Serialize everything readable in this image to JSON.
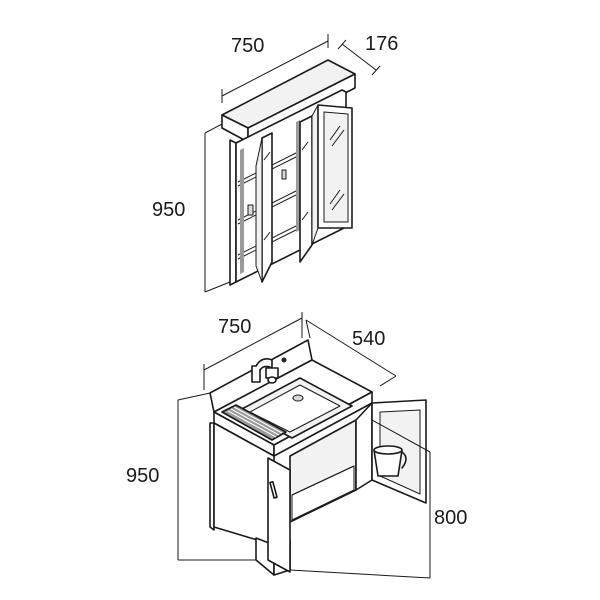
{
  "mirror_cabinet": {
    "width_label": "750",
    "depth_label": "176",
    "height_label": "950"
  },
  "vanity_unit": {
    "width_label": "750",
    "depth_label": "540",
    "height_label": "950",
    "counter_height_label": "800"
  }
}
